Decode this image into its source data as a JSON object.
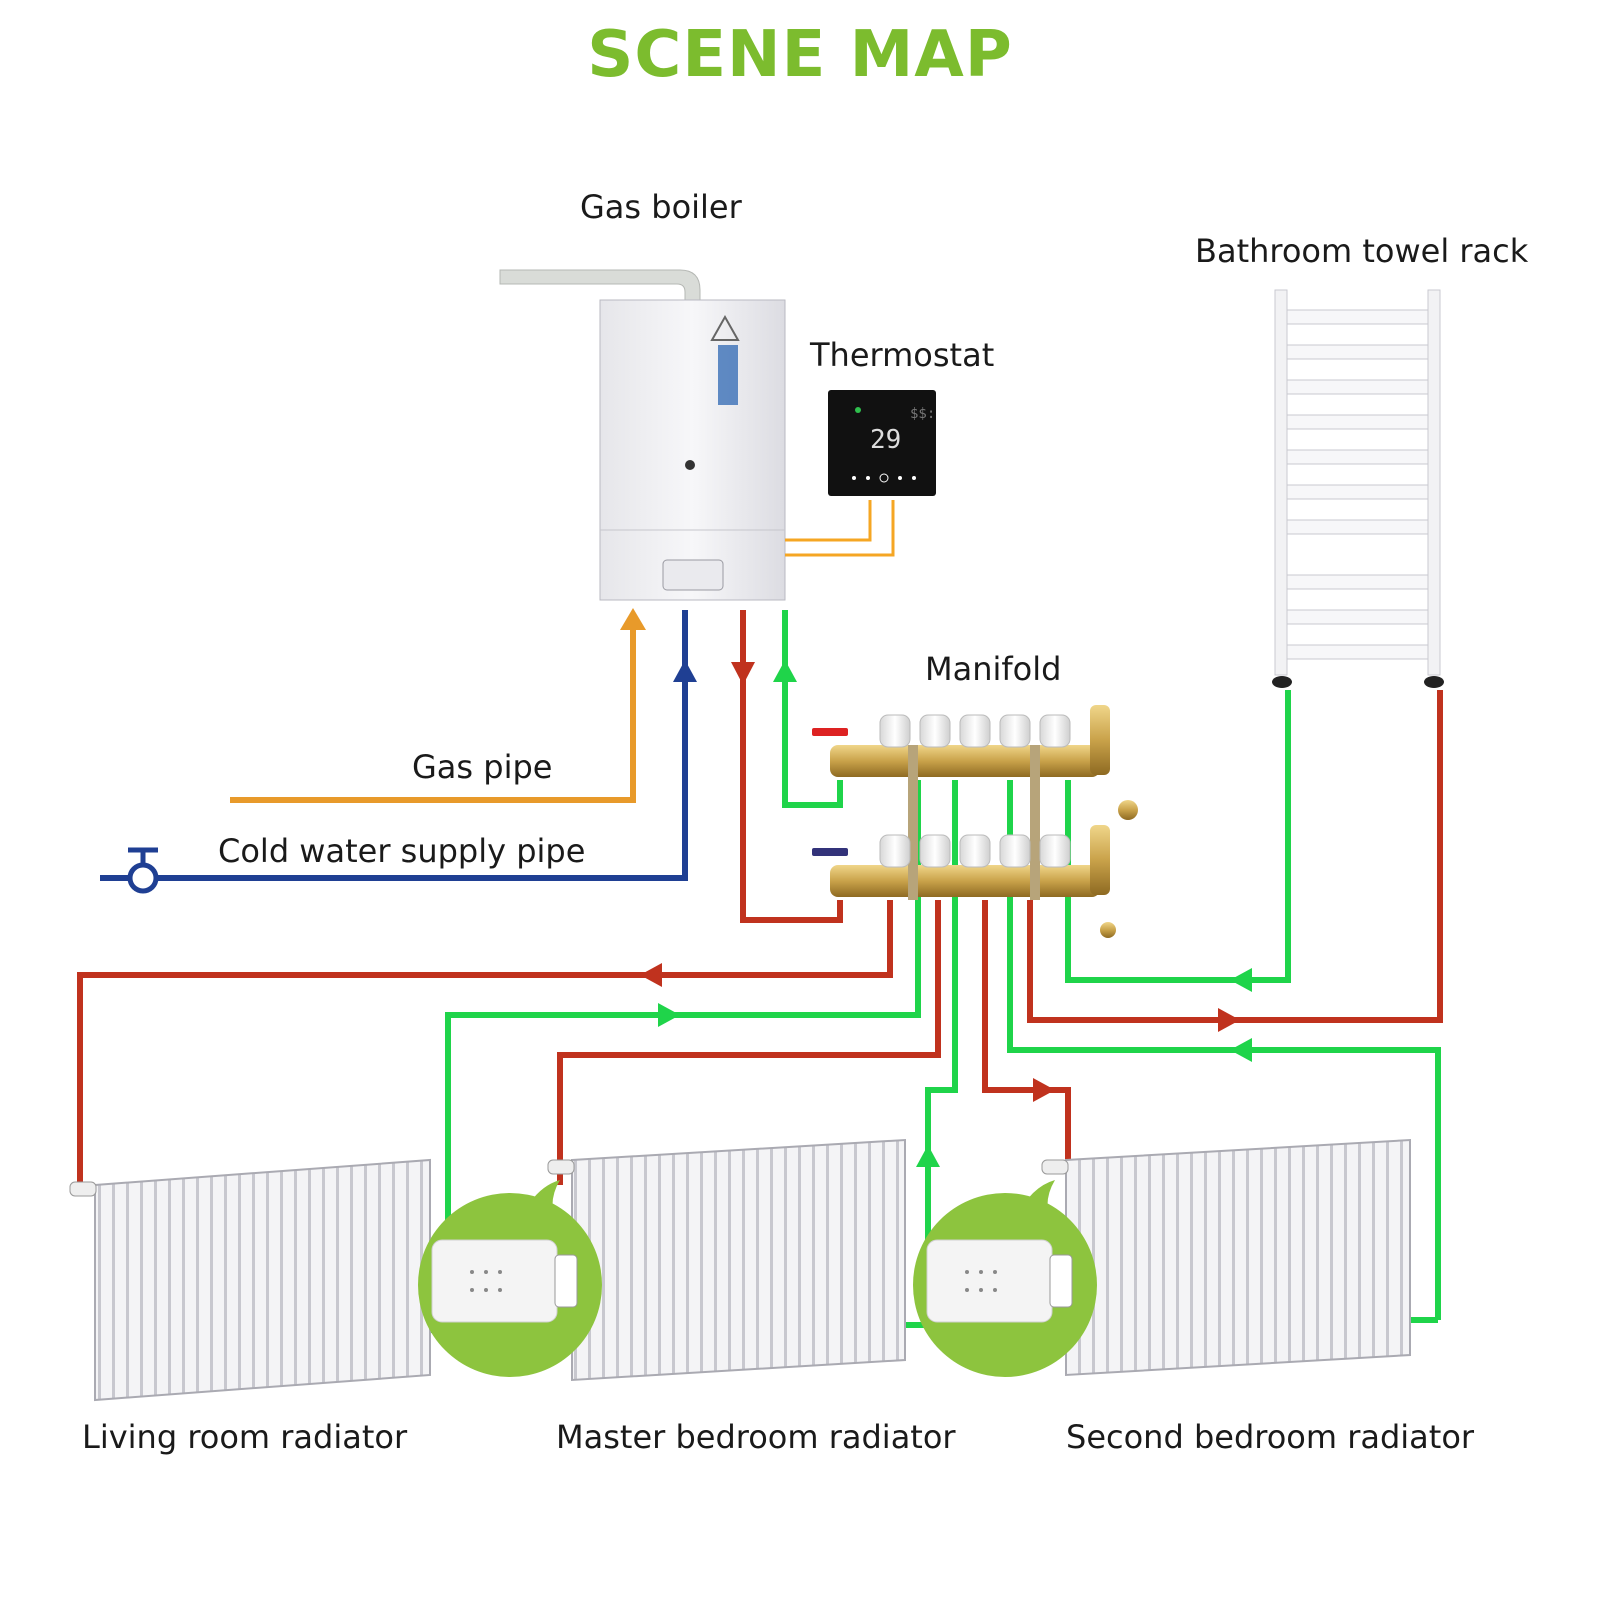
{
  "title": "SCENE MAP",
  "labels": {
    "gas_boiler": "Gas boiler",
    "bathroom_towel_rack": "Bathroom towel rack",
    "thermostat": "Thermostat",
    "manifold": "Manifold",
    "gas_pipe": "Gas pipe",
    "cold_water_supply_pipe": "Cold water supply pipe",
    "living_room_radiator": "Living room radiator",
    "master_bedroom_radiator": "Master bedroom radiator",
    "second_bedroom_radiator": "Second bedroom radiator"
  },
  "thermostat_display": {
    "temperature": "29"
  },
  "colors": {
    "title": "#7cbc2e",
    "hot_supply": "#c0321e",
    "return": "#1fd44a",
    "gas": "#e89a2a",
    "cold_water": "#1f3f93",
    "thermostat_wire": "#f5a623",
    "brass": "#c9a24a",
    "bubble": "#8dc43e"
  }
}
